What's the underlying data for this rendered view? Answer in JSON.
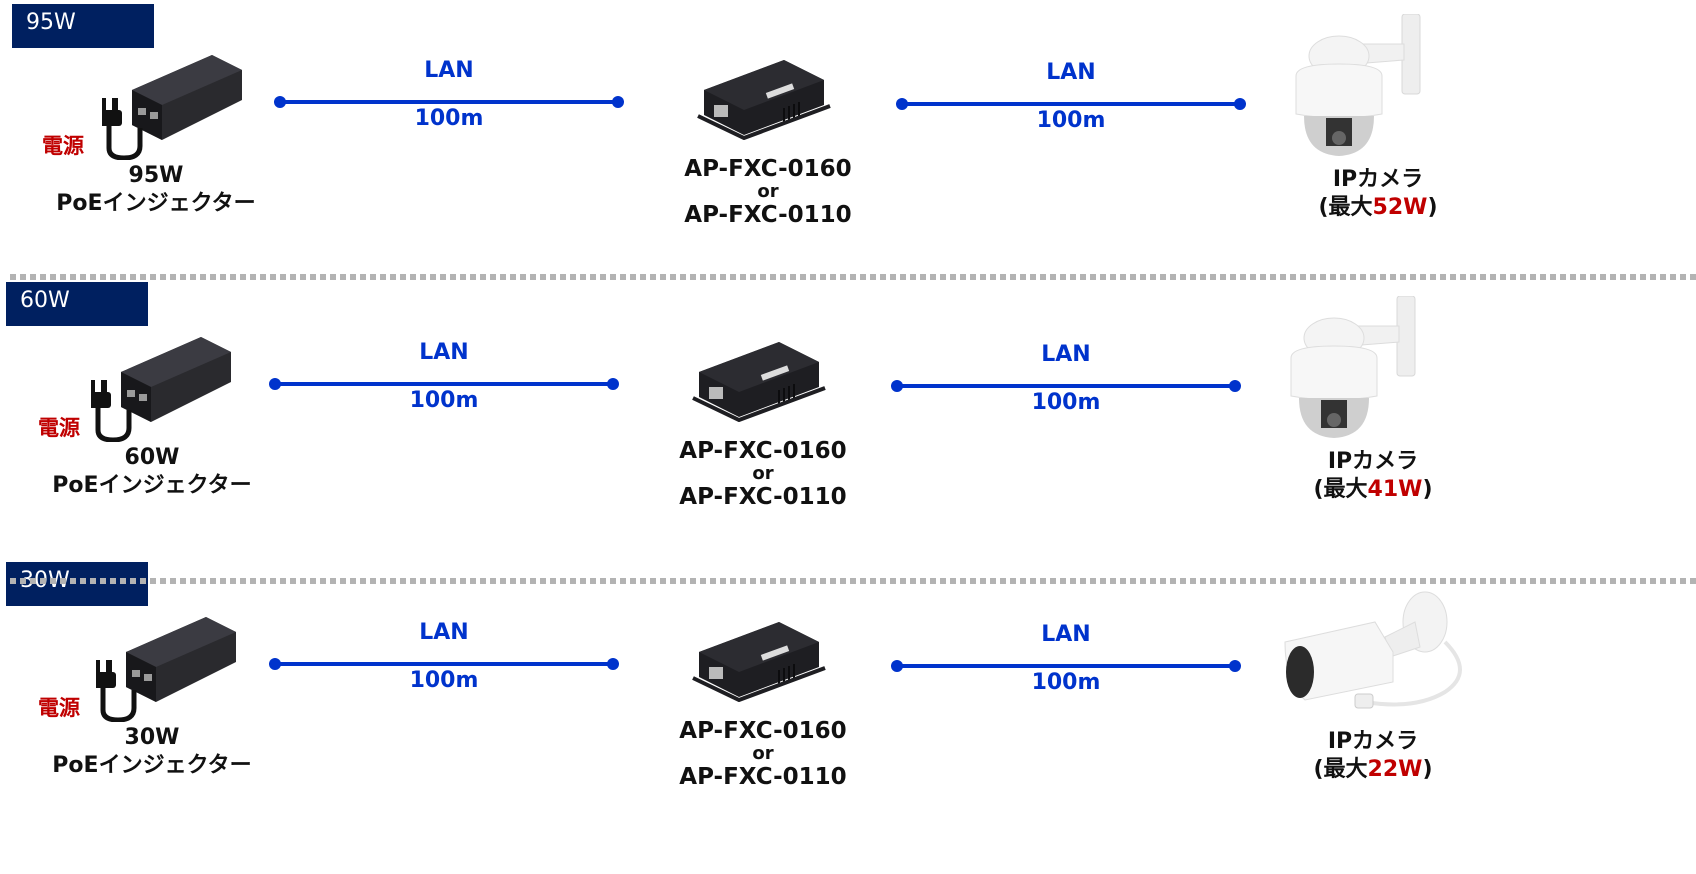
{
  "rows": [
    {
      "badge": "95W",
      "power_label": "電源",
      "injector_watt": "95W",
      "injector_name": "PoEインジェクター",
      "link1": {
        "label": "LAN",
        "distance": "100m"
      },
      "extender": {
        "model_a": "AP-FXC-0160",
        "or": "or",
        "model_b": "AP-FXC-0110"
      },
      "link2": {
        "label": "LAN",
        "distance": "100m"
      },
      "camera": {
        "name": "IPカメラ",
        "prefix": "(最大",
        "watt": "52W",
        "suffix": ")",
        "type": "ptz-dome"
      }
    },
    {
      "badge": "60W",
      "power_label": "電源",
      "injector_watt": "60W",
      "injector_name": "PoEインジェクター",
      "link1": {
        "label": "LAN",
        "distance": "100m"
      },
      "extender": {
        "model_a": "AP-FXC-0160",
        "or": "or",
        "model_b": "AP-FXC-0110"
      },
      "link2": {
        "label": "LAN",
        "distance": "100m"
      },
      "camera": {
        "name": "IPカメラ",
        "prefix": "(最大",
        "watt": "41W",
        "suffix": ")",
        "type": "ptz-dome"
      }
    },
    {
      "badge": "30W",
      "power_label": "電源",
      "injector_watt": "30W",
      "injector_name": "PoEインジェクター",
      "link1": {
        "label": "LAN",
        "distance": "100m"
      },
      "extender": {
        "model_a": "AP-FXC-0160",
        "or": "or",
        "model_b": "AP-FXC-0110"
      },
      "link2": {
        "label": "LAN",
        "distance": "100m"
      },
      "camera": {
        "name": "IPカメラ",
        "prefix": "(最大",
        "watt": "22W",
        "suffix": ")",
        "type": "bullet"
      }
    }
  ],
  "colors": {
    "badge_bg": "#002060",
    "link": "#0033cc",
    "accent_red": "#c00000",
    "separator": "#b3b3b3"
  }
}
